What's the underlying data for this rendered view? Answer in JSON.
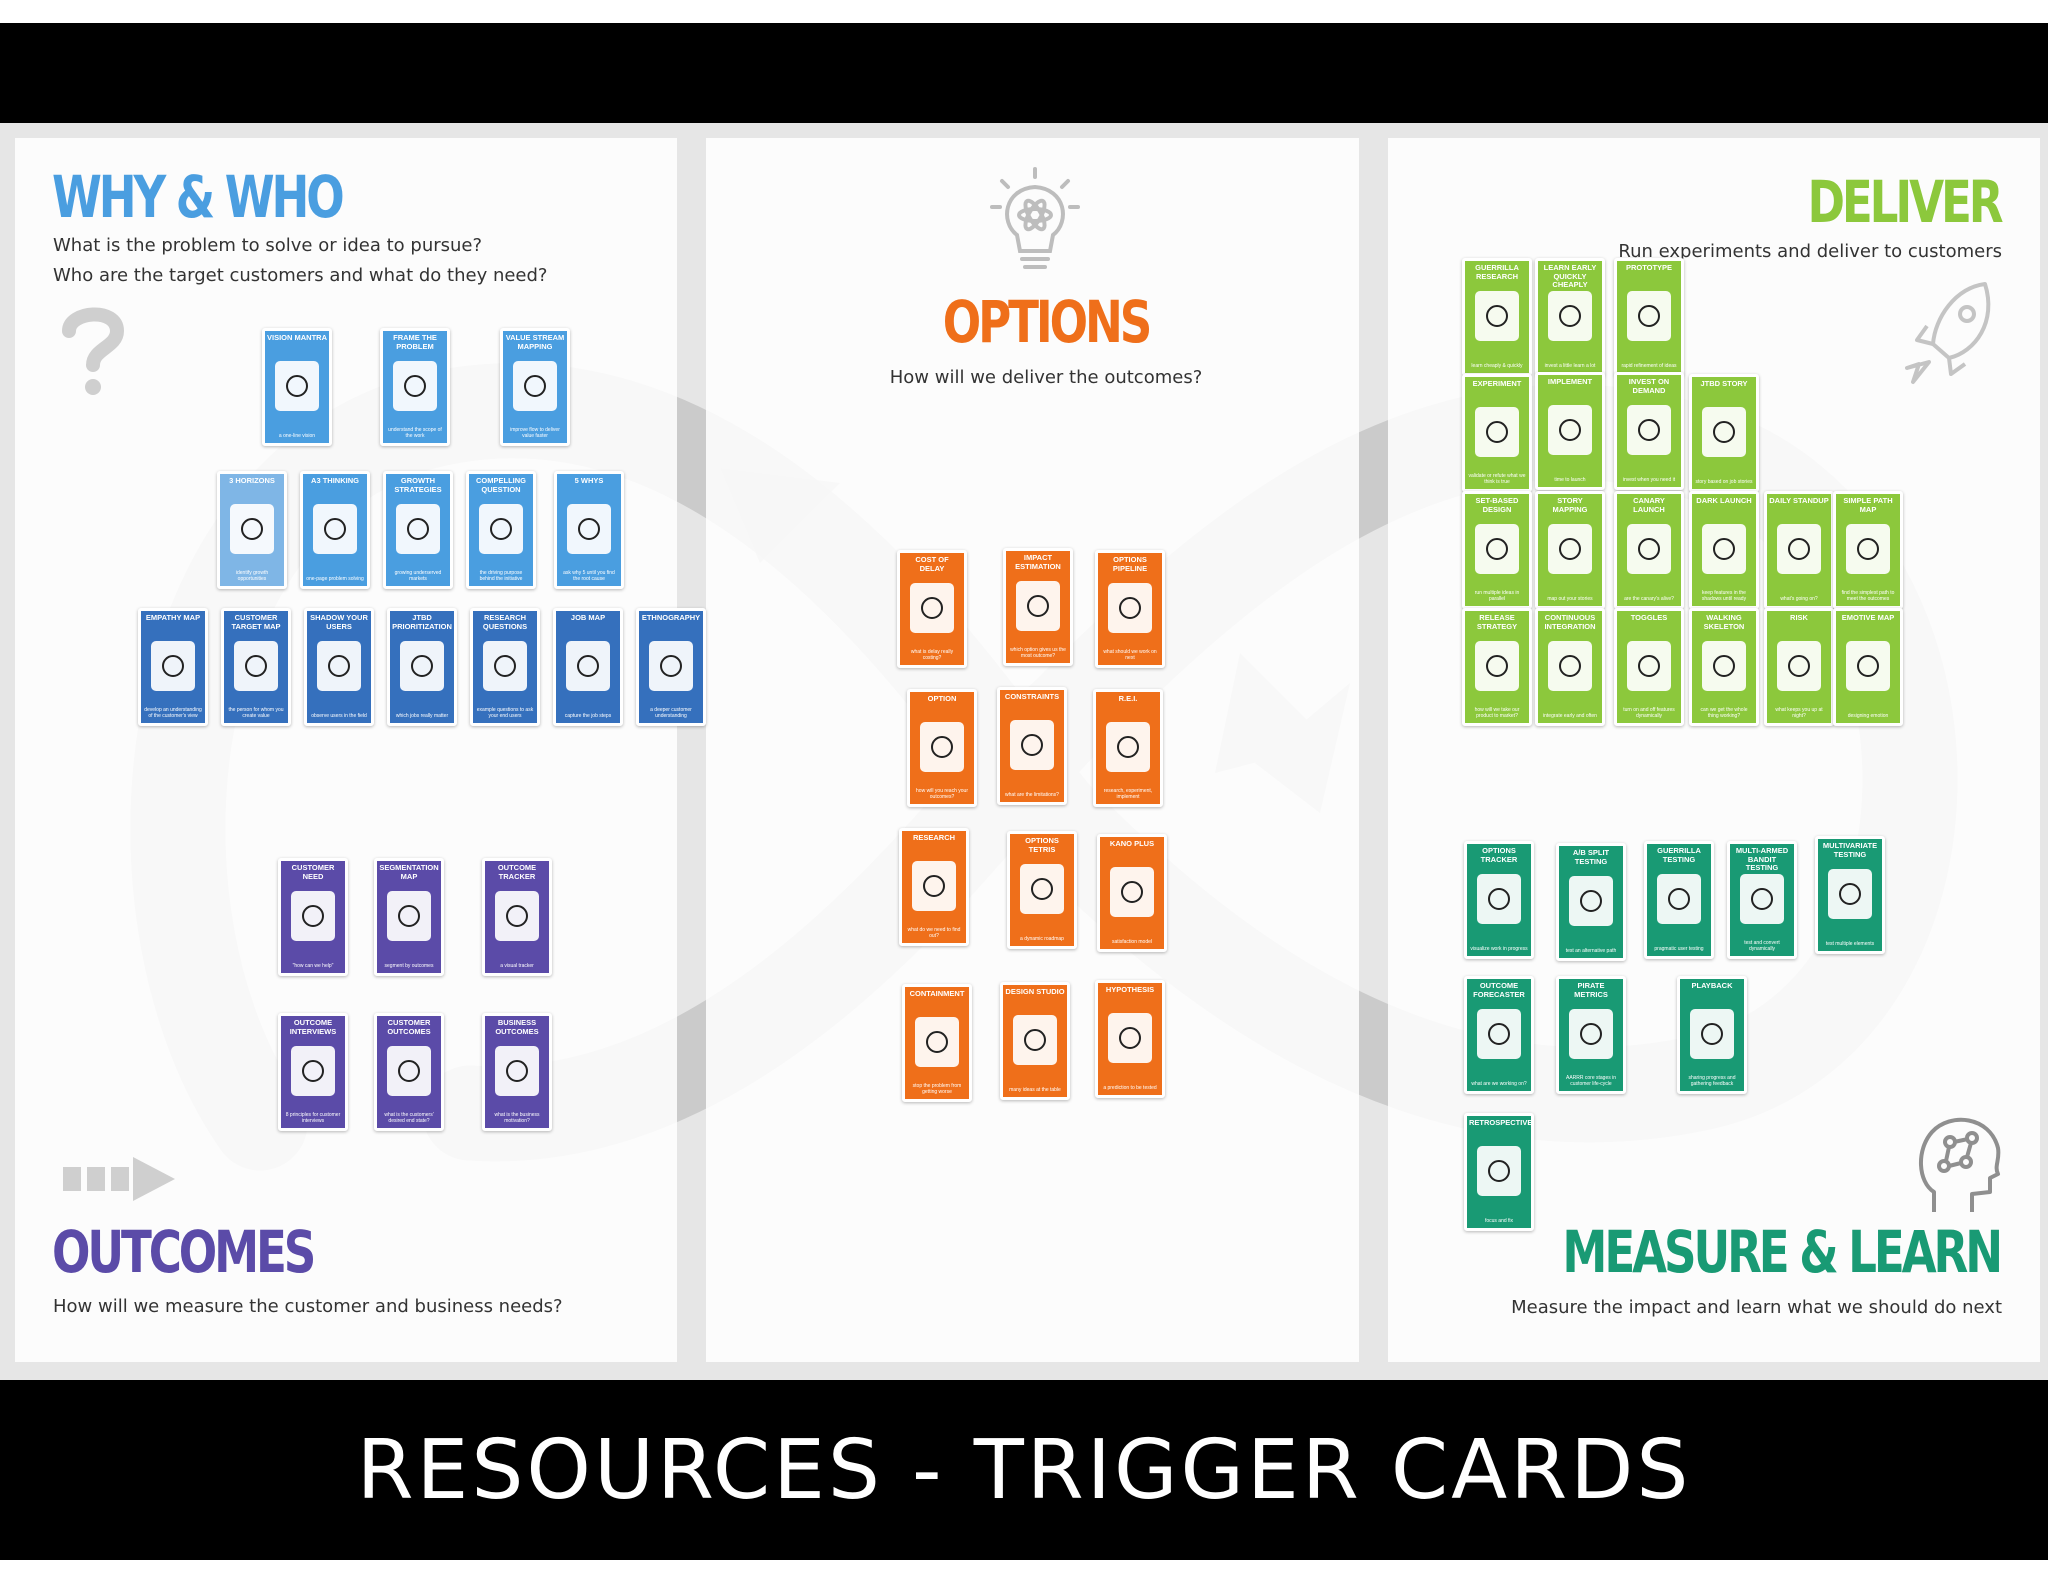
{
  "colors": {
    "why": "#4a9ee0",
    "why_light": "#7fb6e6",
    "why_dark": "#3570bd",
    "outcomes": "#5b4ba8",
    "options": "#ef6f1a",
    "deliver": "#8cc83c",
    "measure": "#199a74"
  },
  "sections": {
    "why": {
      "title": "WHY & WHO",
      "line1": "What is the problem to solve or idea to pursue?",
      "line2": "Who are the target customers and what do they need?"
    },
    "outcomes": {
      "title": "OUTCOMES",
      "line1": "How will we measure the customer and business needs?"
    },
    "options": {
      "title": "OPTIONS",
      "line1": "How will we deliver the outcomes?"
    },
    "deliver": {
      "title": "DELIVER",
      "line1": "Run experiments and deliver to customers"
    },
    "measure": {
      "title": "MEASURE & LEARN",
      "line1": "Measure the impact and learn what we should do next"
    }
  },
  "icons": [
    "question-mark-icon",
    "arrow-right-icon",
    "lightbulb-atom-icon",
    "rocket-icon",
    "brain-head-icon",
    "infinity-loop-arrows-icon"
  ],
  "card_groups": [
    {
      "section": "why",
      "cards": [
        {
          "title": "Vision Mantra",
          "sub": "a one-line vision",
          "color": "#4a9ee0"
        },
        {
          "title": "Frame the Problem",
          "sub": "understand the scope of the work",
          "color": "#4a9ee0"
        },
        {
          "title": "Value Stream Mapping",
          "sub": "improve flow to deliver value faster",
          "color": "#4a9ee0"
        },
        {
          "title": "3 Horizons",
          "sub": "identify growth opportunities",
          "color": "#7fb6e6"
        },
        {
          "title": "A3 Thinking",
          "sub": "one-page problem solving",
          "color": "#4a9ee0"
        },
        {
          "title": "Growth Strategies",
          "sub": "growing underserved markets",
          "color": "#4a9ee0"
        },
        {
          "title": "Compelling Question",
          "sub": "the driving purpose behind the initiative",
          "color": "#4a9ee0"
        },
        {
          "title": "5 Whys",
          "sub": "ask why 5 until you find the root cause",
          "color": "#4a9ee0"
        },
        {
          "title": "Empathy Map",
          "sub": "develop an understanding of the customer's view",
          "color": "#3570bd"
        },
        {
          "title": "Customer Target Map",
          "sub": "the person for whom you create value",
          "color": "#3570bd"
        },
        {
          "title": "Shadow Your Users",
          "sub": "observe users in the field",
          "color": "#3570bd"
        },
        {
          "title": "JTBD Prioritization",
          "sub": "which jobs really matter",
          "color": "#3570bd"
        },
        {
          "title": "Research Questions",
          "sub": "example questions to ask your end users",
          "color": "#3570bd"
        },
        {
          "title": "Job Map",
          "sub": "capture the job steps",
          "color": "#3570bd"
        },
        {
          "title": "Ethnography",
          "sub": "a deeper customer understanding",
          "color": "#3570bd"
        }
      ]
    },
    {
      "section": "outcomes",
      "cards": [
        {
          "title": "Customer Need",
          "sub": "\"how can we help\"",
          "color": "#5b4ba8"
        },
        {
          "title": "Segmentation Map",
          "sub": "segment by outcomes",
          "color": "#5b4ba8"
        },
        {
          "title": "Outcome Tracker",
          "sub": "a visual tracker",
          "color": "#5b4ba8"
        },
        {
          "title": "Outcome Interviews",
          "sub": "8 principles for customer interviews",
          "color": "#5b4ba8"
        },
        {
          "title": "Customer Outcomes",
          "sub": "what is the customers' desired end state?",
          "color": "#5b4ba8"
        },
        {
          "title": "Business Outcomes",
          "sub": "what is the business motivation?",
          "color": "#5b4ba8"
        }
      ]
    },
    {
      "section": "options",
      "cards": [
        {
          "title": "Cost of Delay",
          "sub": "what is delay really costing?",
          "color": "#ef6f1a"
        },
        {
          "title": "Impact Estimation",
          "sub": "which option gives us the most outcome?",
          "color": "#ef6f1a"
        },
        {
          "title": "Options Pipeline",
          "sub": "what should we work on next",
          "color": "#ef6f1a"
        },
        {
          "title": "Option",
          "sub": "how will you reach your outcomes?",
          "color": "#ef6f1a"
        },
        {
          "title": "Constraints",
          "sub": "what are the limitations?",
          "color": "#ef6f1a"
        },
        {
          "title": "R.E.I.",
          "sub": "research, experiment, implement",
          "color": "#ef6f1a"
        },
        {
          "title": "Research",
          "sub": "what do we need to find out?",
          "color": "#ef6f1a"
        },
        {
          "title": "Options Tetris",
          "sub": "a dynamic roadmap",
          "color": "#ef6f1a"
        },
        {
          "title": "Kano Plus",
          "sub": "satisfaction model",
          "color": "#ef6f1a"
        },
        {
          "title": "Containment",
          "sub": "stop the problem from getting worse",
          "color": "#ef6f1a"
        },
        {
          "title": "Design Studio",
          "sub": "many ideas at the table",
          "color": "#ef6f1a"
        },
        {
          "title": "Hypothesis",
          "sub": "a prediction to be tested",
          "color": "#ef6f1a"
        }
      ]
    },
    {
      "section": "deliver",
      "cards": [
        {
          "title": "Guerrilla Research",
          "sub": "learn cheaply & quickly",
          "color": "#8cc83c"
        },
        {
          "title": "Learn Early Quickly Cheaply",
          "sub": "invest a little learn a lot",
          "color": "#8cc83c"
        },
        {
          "title": "Prototype",
          "sub": "rapid refinement of ideas",
          "color": "#8cc83c"
        },
        {
          "title": "Experiment",
          "sub": "validate or refute what we think is true",
          "color": "#8cc83c"
        },
        {
          "title": "Implement",
          "sub": "time to launch",
          "color": "#8cc83c"
        },
        {
          "title": "Invest on Demand",
          "sub": "invest when you need it",
          "color": "#8cc83c"
        },
        {
          "title": "JTBD Story",
          "sub": "story based on job stories",
          "color": "#8cc83c"
        },
        {
          "title": "Set-Based Design",
          "sub": "run multiple ideas in parallel",
          "color": "#8cc83c"
        },
        {
          "title": "Story Mapping",
          "sub": "map out your stories",
          "color": "#8cc83c"
        },
        {
          "title": "Canary Launch",
          "sub": "are the canary's alive?",
          "color": "#8cc83c"
        },
        {
          "title": "Dark Launch",
          "sub": "keep features in the shadows until ready",
          "color": "#8cc83c"
        },
        {
          "title": "Daily Standup",
          "sub": "what's going on?",
          "color": "#8cc83c"
        },
        {
          "title": "Simple Path Map",
          "sub": "find the simplest path to meet the outcomes",
          "color": "#8cc83c"
        },
        {
          "title": "Release Strategy",
          "sub": "how will we take our product to market?",
          "color": "#8cc83c"
        },
        {
          "title": "Continuous Integration",
          "sub": "integrate early and often",
          "color": "#8cc83c"
        },
        {
          "title": "Toggles",
          "sub": "turn on and off features dynamically",
          "color": "#8cc83c"
        },
        {
          "title": "Walking Skeleton",
          "sub": "can we get the whole thing working?",
          "color": "#8cc83c"
        },
        {
          "title": "Risk",
          "sub": "what keeps you up at night?",
          "color": "#8cc83c"
        },
        {
          "title": "Emotive Map",
          "sub": "designing emotion",
          "color": "#8cc83c"
        }
      ]
    },
    {
      "section": "measure",
      "cards": [
        {
          "title": "Options Tracker",
          "sub": "visualize work in progress",
          "color": "#199a74"
        },
        {
          "title": "A/B Split Testing",
          "sub": "test an alternative path",
          "color": "#199a74"
        },
        {
          "title": "Guerrilla Testing",
          "sub": "pragmatic user testing",
          "color": "#199a74"
        },
        {
          "title": "Multi-Armed Bandit Testing",
          "sub": "test and convert dynamically",
          "color": "#199a74"
        },
        {
          "title": "Multivariate Testing",
          "sub": "test multiple elements",
          "color": "#199a74"
        },
        {
          "title": "Outcome Forecaster",
          "sub": "what are we working on?",
          "color": "#199a74"
        },
        {
          "title": "Pirate Metrics",
          "sub": "AARRR core stages in customer life-cycle",
          "color": "#199a74"
        },
        {
          "title": "Playback",
          "sub": "sharing progress and gathering feedback",
          "color": "#199a74"
        },
        {
          "title": "Retrospective",
          "sub": "focus and fix",
          "color": "#199a74"
        }
      ]
    }
  ],
  "footer": {
    "caption": "RESOURCES - TRIGGER CARDS"
  }
}
